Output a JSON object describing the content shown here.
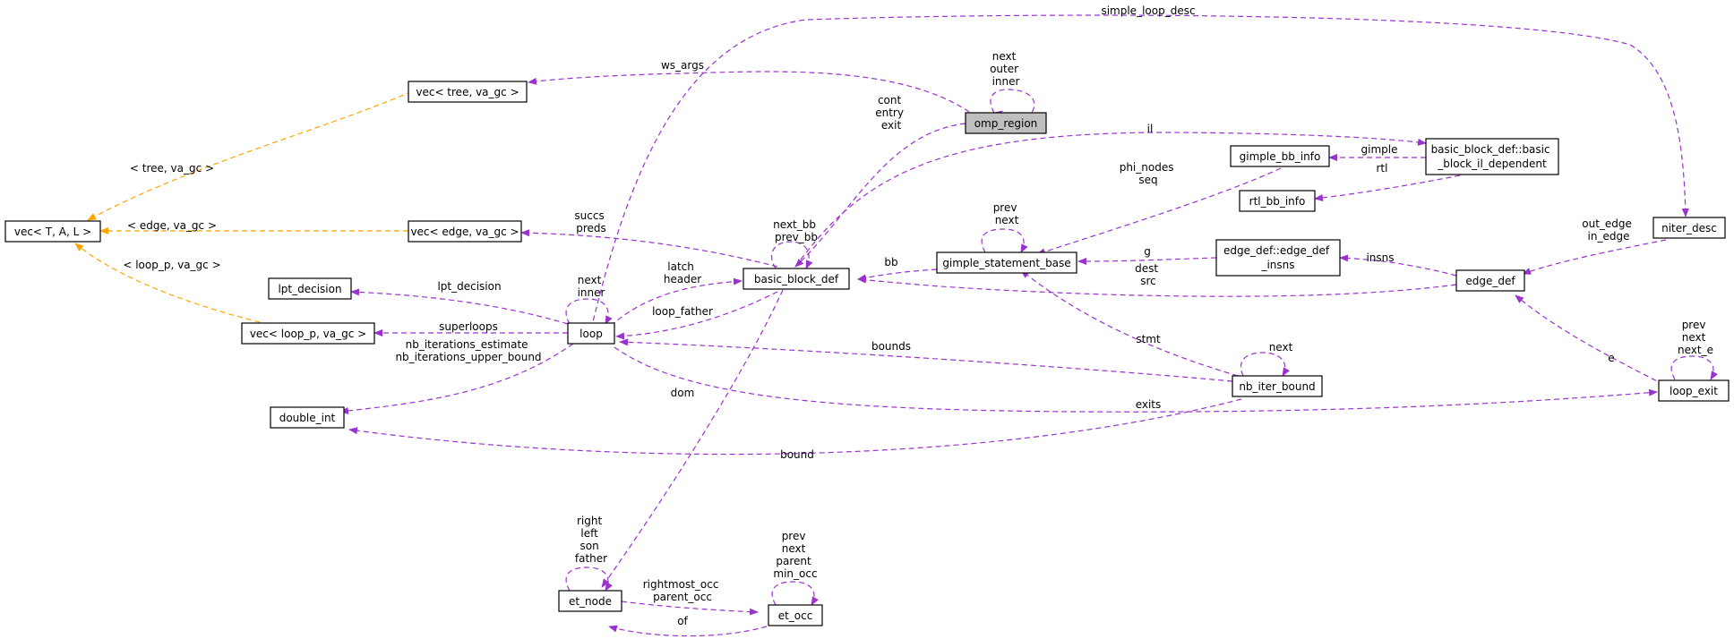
{
  "colors": {
    "member_edge": "#9a32cd",
    "template_edge": "#ffa500",
    "node_border": "#000000",
    "highlight_fill": "#bfbfbf"
  },
  "nodes": {
    "vec_tree": {
      "label": "vec< tree, va_gc >"
    },
    "vec_tal": {
      "label": "vec< T, A, L >"
    },
    "vec_edge": {
      "label": "vec< edge, va_gc >"
    },
    "vec_loop_p": {
      "label": "vec< loop_p, va_gc >"
    },
    "lpt_decision": {
      "label": "lpt_decision"
    },
    "double_int": {
      "label": "double_int"
    },
    "loop": {
      "label": "loop"
    },
    "et_node": {
      "label": "et_node"
    },
    "et_occ": {
      "label": "et_occ"
    },
    "omp_region": {
      "label": "omp_region"
    },
    "basic_block_def": {
      "label": "basic_block_def"
    },
    "gimple_statement_base": {
      "label": "gimple_statement_base"
    },
    "gimple_bb_info": {
      "label": "gimple_bb_info"
    },
    "rtl_bb_info": {
      "label": "rtl_bb_info"
    },
    "bb_il_dependent": {
      "label1": "basic_block_def::basic",
      "label2": "_block_il_dependent"
    },
    "edge_def_insns": {
      "label1": "edge_def::edge_def",
      "label2": "_insns"
    },
    "edge_def": {
      "label": "edge_def"
    },
    "niter_desc": {
      "label": "niter_desc"
    },
    "nb_iter_bound": {
      "label": "nb_iter_bound"
    },
    "loop_exit": {
      "label": "loop_exit"
    }
  },
  "edge_labels": {
    "simple_loop_desc": "simple_loop_desc",
    "ws_args": "ws_args",
    "omp_self": [
      "next",
      "outer",
      "inner"
    ],
    "tree_va_gc": "< tree, va_gc >",
    "edge_va_gc": "< edge, va_gc >",
    "loop_p_va_gc": "< loop_p, va_gc >",
    "succs_preds": [
      "succs",
      "preds"
    ],
    "cont_entry_exit": [
      "cont",
      "entry",
      "exit"
    ],
    "il": "il",
    "phi_nodes_seq": [
      "phi_nodes",
      "seq"
    ],
    "gimple": "gimple",
    "rtl": "rtl",
    "bb_self": [
      "next_bb",
      "prev_bb"
    ],
    "gsb_self": [
      "prev",
      "next"
    ],
    "bb": "bb",
    "g": "g",
    "insns": "insns",
    "out_in_edge": [
      "out_edge",
      "in_edge"
    ],
    "dest_src": [
      "dest",
      "src"
    ],
    "lpt_decision": "lpt_decision",
    "loop_self": [
      "next",
      "inner"
    ],
    "latch_header": [
      "latch",
      "header"
    ],
    "loop_father": "loop_father",
    "superloops": "superloops",
    "nb_iterations": [
      "nb_iterations_estimate",
      "nb_iterations_upper_bound"
    ],
    "bounds": "bounds",
    "stmt": "stmt",
    "nbib_self": "next",
    "e": "e",
    "le_self": [
      "prev",
      "next",
      "next_e"
    ],
    "exits": "exits",
    "bound": "bound",
    "dom": "dom",
    "etn_self": [
      "right",
      "left",
      "son",
      "father"
    ],
    "etocc_self": [
      "prev",
      "next",
      "parent",
      "min_occ"
    ],
    "rightmost_parent": [
      "rightmost_occ",
      "parent_occ"
    ],
    "of": "of"
  }
}
